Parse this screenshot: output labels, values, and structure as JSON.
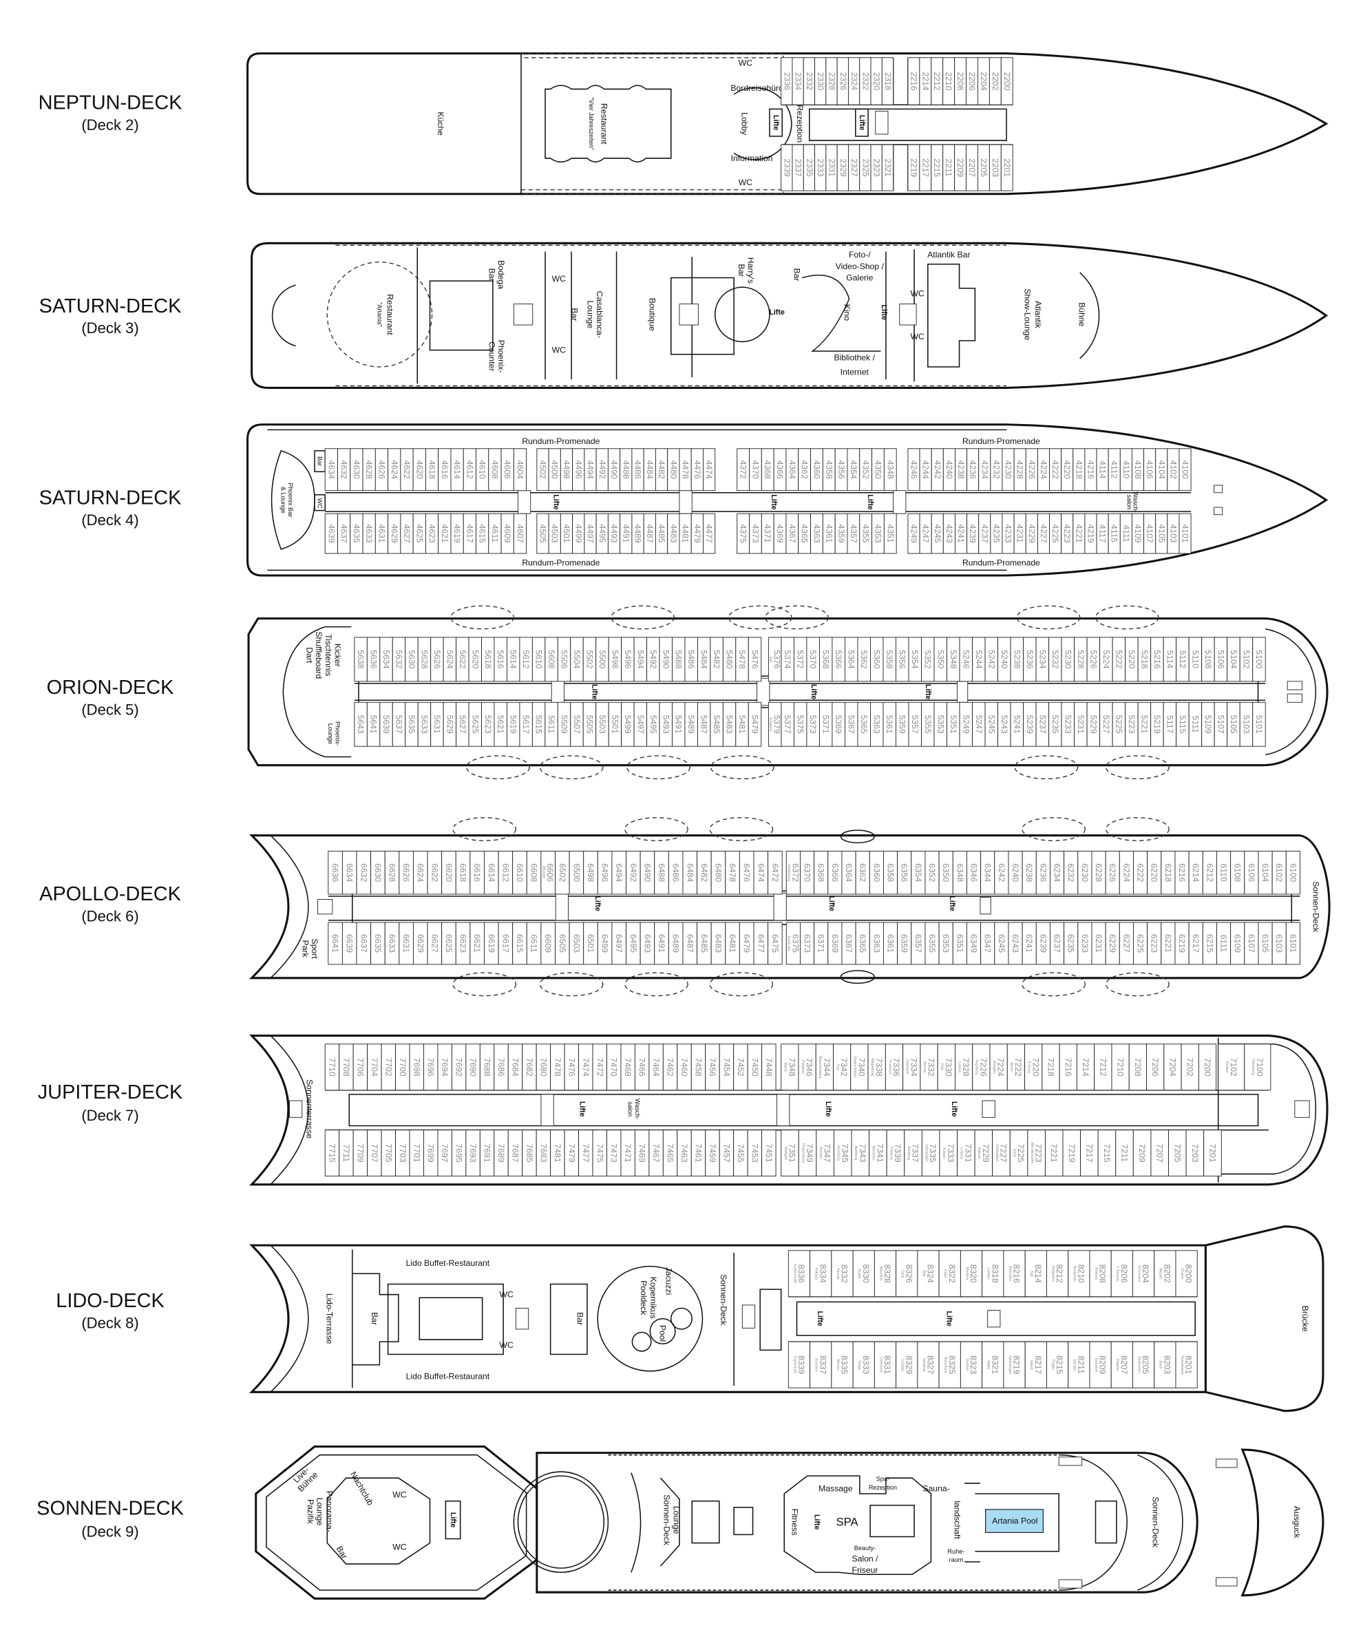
{
  "colors": {
    "line": "#111111",
    "cabin_number": "#8a8a8a",
    "pool": "#a8dcf5"
  },
  "decks": [
    {
      "name": "NEPTUN-DECK",
      "sub": "(Deck 2)",
      "labels": {
        "kueche": "Küche",
        "restaurant": "Restaurant",
        "restaurant_name": "\"Vier Jahreszeiten\"",
        "bordreise": "Bordreisebüro",
        "lobby": "Lobby",
        "information": "Information",
        "rezeption": "Rezeption",
        "wc": "WC",
        "lifte": "Lifte"
      },
      "cabins_top": [
        "2336",
        "2334",
        "2332",
        "2330",
        "2328",
        "2326",
        "2324",
        "2322",
        "2320",
        "2318",
        "2216",
        "2214",
        "2212",
        "2210",
        "2208",
        "2206",
        "2204",
        "2202",
        "2200"
      ],
      "cabins_bottom": [
        "2339",
        "2337",
        "2335",
        "2333",
        "2331",
        "2329",
        "2327",
        "2325",
        "2323",
        "2321",
        "2219",
        "2217",
        "2215",
        "2211",
        "2209",
        "2207",
        "2205",
        "2203",
        "2201"
      ]
    },
    {
      "name": "SATURN-DECK",
      "sub": "(Deck 3)",
      "labels": {
        "restaurant": "Restaurant",
        "restaurant_name": "\"Artania\"",
        "bodega_1": "Bodega",
        "bodega_2": "Bar",
        "phoenix_1": "Phoenix-",
        "phoenix_2": "Counter",
        "wc": "WC",
        "bar": "Bar",
        "casablanca_1": "Casablanca-",
        "casablanca_2": "Lounge",
        "boutique": "Boutique",
        "harrys_1": "Harry's",
        "harrys_2": "Bar",
        "lifte": "Lifte",
        "foto_1": "Foto-/",
        "foto_2": "Video-Shop /",
        "foto_3": "Galerie",
        "kino": "Kino",
        "bibliothek_1": "Bibliothek /",
        "bibliothek_2": "Internet",
        "atlantik_bar": "Atlantik Bar",
        "show_1": "Atlantik",
        "show_2": "Show-Lounge",
        "buehne": "Bühne"
      }
    },
    {
      "name": "SATURN-DECK",
      "sub": "(Deck 4)",
      "labels": {
        "promenade": "Rundum-Promenade",
        "bar": "Bar",
        "wc": "WC",
        "phoenix_1": "Phoenix Bar",
        "phoenix_2": "& Lounge",
        "lifte": "Lifte",
        "wasch_1": "Wasch-",
        "wasch_2": "salon"
      },
      "cabins_top": [
        "4634",
        "4632",
        "4630",
        "4628",
        "4626",
        "4624",
        "4622",
        "4620",
        "4618",
        "4616",
        "4614",
        "4612",
        "4610",
        "4608",
        "4606",
        "4604",
        "4502",
        "4500",
        "4498",
        "4496",
        "4494",
        "4492",
        "4490",
        "4488",
        "4486",
        "4484",
        "4482",
        "4480",
        "4478",
        "4476",
        "4474",
        "4372",
        "4370",
        "4368",
        "4366",
        "4364",
        "4362",
        "4360",
        "4358",
        "4356",
        "4354",
        "4352",
        "4350",
        "4348",
        "4246",
        "4244",
        "4242",
        "4240",
        "4238",
        "4236",
        "4234",
        "4232",
        "4230",
        "4228",
        "4226",
        "4224",
        "4222",
        "4220",
        "4218",
        "4216",
        "4114",
        "4112",
        "4110",
        "4108",
        "4106",
        "4104",
        "4102",
        "4100"
      ],
      "cabins_bottom": [
        "4639",
        "4637",
        "4635",
        "4633",
        "4631",
        "4629",
        "4627",
        "4625",
        "4623",
        "4621",
        "4619",
        "4617",
        "4615",
        "4611",
        "4609",
        "4607",
        "4505",
        "4503",
        "4501",
        "4499",
        "4497",
        "4495",
        "4493",
        "4491",
        "4489",
        "4487",
        "4485",
        "4483",
        "4481",
        "4479",
        "4477",
        "4375",
        "4373",
        "4371",
        "4369",
        "4367",
        "4365",
        "4363",
        "4361",
        "4359",
        "4357",
        "4355",
        "4353",
        "4351",
        "4249",
        "4247",
        "4245",
        "4243",
        "4241",
        "4239",
        "4237",
        "4235",
        "4233",
        "4231",
        "4229",
        "4227",
        "4225",
        "4223",
        "4221",
        "4219",
        "4117",
        "4115",
        "4111",
        "4109",
        "4107",
        "4105",
        "4103",
        "4101"
      ]
    },
    {
      "name": "ORION-DECK",
      "sub": "(Deck 5)",
      "labels": {
        "kicker": "Kicker",
        "tischtennis": "Tischtennis",
        "shuffleboard": "Shuffleboard",
        "dart": "Dart",
        "phoenix_1": "Phoenix-",
        "phoenix_2": "Lounge",
        "lifte": "Lifte"
      },
      "cabins_top": [
        "5638",
        "5636",
        "5634",
        "5632",
        "5630",
        "5628",
        "5626",
        "5624",
        "5622",
        "5620",
        "5618",
        "5616",
        "5614",
        "5612",
        "5610",
        "5608",
        "5506",
        "5504",
        "5502",
        "5500",
        "5498",
        "5496",
        "5494",
        "5492",
        "5490",
        "5488",
        "5486",
        "5484",
        "5482",
        "5480",
        "5478",
        "5476",
        {
          "no": "5376",
          "name": "Kiel"
        },
        "5374",
        "5372",
        "5370",
        "5368",
        "5366",
        "5364",
        "5362",
        "5360",
        "5358",
        "5356",
        "5354",
        "5352",
        "5350",
        "5348",
        "5246",
        "5244",
        "5242",
        "5240",
        "5238",
        "5236",
        "5234",
        "5232",
        "5230",
        "5228",
        "5226",
        "5224",
        "5222",
        "5220",
        "5218",
        "5216",
        "5114",
        "5112",
        "5110",
        "5108",
        "5106",
        "5104",
        "5102",
        "5100"
      ],
      "cabins_bottom": [
        "5643",
        "5641",
        "5639",
        "5637",
        "5635",
        "5633",
        "5631",
        "5629",
        "5627",
        "5625",
        "5623",
        "5621",
        "5619",
        "5617",
        "5615",
        "5611",
        "5509",
        "5507",
        "5505",
        "5503",
        "5501",
        "5499",
        "5497",
        "5495",
        "5493",
        "5491",
        "5489",
        "5487",
        "5485",
        "5483",
        "5481",
        "5479",
        {
          "no": "5379",
          "name": "Schwerin"
        },
        "5377",
        "5375",
        "5373",
        "5371",
        "5369",
        "5367",
        "5365",
        "5363",
        "5361",
        "5359",
        "5357",
        "5355",
        "5353",
        "5351",
        "5249",
        "5247",
        "5245",
        "5243",
        "5241",
        "5239",
        "5237",
        "5235",
        "5233",
        "5231",
        "5229",
        "5227",
        "5225",
        "5223",
        "5221",
        "5219",
        "5117",
        "5115",
        "5111",
        "5109",
        "5107",
        "5105",
        "5103",
        "5101"
      ]
    },
    {
      "name": "APOLLO-DECK",
      "sub": "(Deck 6)",
      "labels": {
        "sport_1": "Sport",
        "sport_2": "Park",
        "sonnen": "Sonnen-Deck",
        "lifte": "Lifte"
      },
      "cabins_top": [
        "6636",
        "6634",
        "6632",
        "6630",
        "6628",
        "6626",
        "6624",
        "6622",
        "6620",
        "6618",
        "6616",
        "6614",
        "6612",
        "6610",
        "6608",
        {
          "no": "6606",
          "name": "Münster"
        },
        "6502",
        "6500",
        "6498",
        "6496",
        "6494",
        "6492",
        "6490",
        "6488",
        "6486",
        "6484",
        "6482",
        "6480",
        "6478",
        "6476",
        "6474",
        "6472",
        {
          "no": "6372",
          "name": "Heidelberg"
        },
        "6370",
        "6368",
        "6366",
        "6364",
        "6362",
        "6360",
        "6358",
        "6356",
        "6354",
        "6352",
        "6350",
        "6348",
        "6346",
        "6344",
        "6242",
        "6240",
        "6238",
        "6236",
        "6234",
        "6232",
        "6230",
        "6228",
        "6226",
        "6224",
        "6222",
        "6220",
        "6218",
        "6216",
        "6214",
        "6212",
        "6110",
        "6108",
        "6106",
        "6104",
        "6102",
        "6100"
      ],
      "cabins_bottom": [
        "6641",
        "6639",
        "6637",
        "6635",
        "6633",
        "6631",
        "6629",
        "6627",
        "6625",
        "6623",
        "6621",
        "6619",
        "6617",
        "6615",
        "6611",
        "6609",
        "6505",
        "6503",
        "6501",
        "6499",
        "6497",
        "6495",
        "6493",
        "6491",
        "6489",
        "6487",
        "6485",
        "6483",
        "6481",
        "6479",
        "6477",
        "6475",
        {
          "no": "6375",
          "name": "Karlsruhe"
        },
        "6373",
        "6371",
        "6369",
        "6367",
        "6365",
        "6363",
        "6361",
        "6359",
        "6357",
        "6355",
        "6353",
        "6351",
        "6349",
        "6347",
        "6245",
        "6243",
        "6241",
        "6239",
        "6237",
        "6235",
        "6233",
        "6231",
        "6229",
        "6227",
        "6225",
        "6223",
        "6221",
        "6219",
        "6217",
        "6215",
        "6111",
        "6109",
        "6107",
        "6105",
        "6103",
        "6101"
      ]
    },
    {
      "name": "JUPITER-DECK",
      "sub": "(Deck 7)",
      "labels": {
        "sonnenterrasse": "Sonnenterrasse",
        "wasch_1": "Wasch-",
        "wasch_2": "salon",
        "lifte": "Lifte"
      },
      "cabins_top": [
        "7710",
        "7708",
        "7706",
        "7704",
        "7702",
        "7700",
        "7698",
        "7696",
        "7694",
        "7692",
        "7690",
        "7688",
        "7686",
        "7684",
        "7682",
        "7680",
        "7478",
        "7476",
        "7474",
        "7472",
        "7470",
        "7468",
        "7466",
        "7464",
        "7462",
        "7460",
        "7458",
        "7456",
        "7454",
        "7452",
        "7450",
        "7448",
        {
          "no": "7348",
          "name": "Mainz"
        },
        {
          "no": "7346",
          "name": "Potsdam"
        },
        {
          "no": "7344",
          "name": "Braunschweig"
        },
        {
          "no": "7342",
          "name": "Trier"
        },
        {
          "no": "7340",
          "name": "Baden Baden"
        },
        {
          "no": "7338",
          "name": "Magdeburg"
        },
        {
          "no": "7336",
          "name": "Frankfurt"
        },
        {
          "no": "7334",
          "name": "Hannover"
        },
        {
          "no": "7332",
          "name": "Weimar"
        },
        {
          "no": "7330",
          "name": "Köln"
        },
        {
          "no": "7328",
          "name": "Lübeck"
        },
        {
          "no": "7226",
          "name": "Augsburg"
        },
        {
          "no": "7224",
          "name": "Dresden"
        },
        {
          "no": "7222",
          "name": "Berlin"
        },
        {
          "no": "7220",
          "name": "E.Grieg"
        },
        "7218",
        "7216",
        "7214",
        "7212",
        "7210",
        "7208",
        "7206",
        "7204",
        "7202",
        "7200",
        {
          "no": "7102",
          "name": "Emden"
        },
        {
          "no": "7100",
          "name": "Flensburg"
        }
      ],
      "cabins_bottom": [
        "7715",
        "7711",
        "7709",
        "7707",
        "7705",
        "7703",
        "7701",
        "7699",
        "7697",
        "7695",
        "7693",
        "7691",
        "7689",
        "7687",
        "7685",
        "7683",
        "7481",
        "7479",
        "7477",
        "7475",
        "7473",
        "7471",
        "7469",
        "7467",
        "7465",
        "7463",
        "7461",
        "7459",
        "7457",
        "7455",
        "7453",
        "7451",
        {
          "no": "7351",
          "name": "Stuttgart"
        },
        {
          "no": "7349",
          "name": "Regensburg"
        },
        {
          "no": "7347",
          "name": "Bremen"
        },
        {
          "no": "7345",
          "name": "Würzburg"
        },
        {
          "no": "7343",
          "name": "Bamberg"
        },
        {
          "no": "7341",
          "name": "München"
        },
        {
          "no": "7339",
          "name": "Freiburg"
        },
        {
          "no": "7337",
          "name": "Hamburg"
        },
        {
          "no": "7335",
          "name": "Wiesbaden"
        },
        {
          "no": "7333",
          "name": "Kassel"
        },
        {
          "no": "7331",
          "name": "Leipzig"
        },
        {
          "no": "7229",
          "name": "Aachen"
        },
        {
          "no": "7227",
          "name": "Düsseldorf"
        },
        {
          "no": "7225",
          "name": "Bonn"
        },
        {
          "no": "7223",
          "name": "Mendelssohn"
        },
        "7221",
        "7219",
        "7217",
        "7215",
        "7211",
        "7209",
        "7207",
        "7205",
        "7203",
        "7201"
      ]
    },
    {
      "name": "LIDO-DECK",
      "sub": "(Deck 8)",
      "labels": {
        "terrasse": "Lido-Terrasse",
        "buffet": "Lido Buffet-Restaurant",
        "bar": "Bar",
        "wc": "WC",
        "jacuzzi": "Jacuzzi",
        "kopernikus_1": "Kopernikus",
        "kopernikus_2": "Pooldeck",
        "pool": "Pool",
        "sonnen": "Sonnen-Deck",
        "lifte": "Lifte",
        "bruecke": "Brücke"
      },
      "cabins_top": [
        {
          "no": "8336",
          "name": "Kaiservsuite"
        },
        {
          "no": "8334",
          "name": "Antigua"
        },
        {
          "no": "8332",
          "name": "Samoa"
        },
        {
          "no": "8330",
          "name": "Aruba"
        },
        {
          "no": "8328",
          "name": "Mauritius"
        },
        {
          "no": "8326",
          "name": "Tahiti"
        },
        {
          "no": "8324",
          "name": "Bali"
        },
        {
          "no": "8322",
          "name": "Capri"
        },
        {
          "no": "8320",
          "name": "Madeira"
        },
        {
          "no": "8318",
          "name": "Lofoten"
        },
        {
          "no": "8216",
          "name": "Bornholm"
        },
        {
          "no": "8214",
          "name": "Sylt"
        },
        {
          "no": "8212",
          "name": "Helgoland"
        },
        {
          "no": "8210",
          "name": "Hindemith"
        },
        {
          "no": "8208",
          "name": "Brahms"
        },
        {
          "no": "8206",
          "name": "J. Strauss"
        },
        {
          "no": "8204",
          "name": "Schumann"
        },
        {
          "no": "8202",
          "name": "Mozart"
        },
        {
          "no": "8200",
          "name": "Chopin"
        }
      ],
      "cabins_bottom": [
        {
          "no": "8339",
          "name": "Eignersuite"
        },
        {
          "no": "8337",
          "name": "Sumatra"
        },
        {
          "no": "8335",
          "name": "Borneo"
        },
        {
          "no": "8333",
          "name": "Tonga"
        },
        {
          "no": "8331",
          "name": "Dominica"
        },
        {
          "no": "8329",
          "name": "Trinidad"
        },
        {
          "no": "8327",
          "name": "Sansibar"
        },
        {
          "no": "8325",
          "name": "Bora Bora"
        },
        {
          "no": "8323",
          "name": "Santorin"
        },
        {
          "no": "8321",
          "name": "Malta"
        },
        {
          "no": "8219",
          "name": "Spitzbergen"
        },
        {
          "no": "8217",
          "name": "Island"
        },
        {
          "no": "8215",
          "name": "Rügen"
        },
        {
          "no": "8211",
          "name": "Händel"
        },
        {
          "no": "8209",
          "name": "Schubert"
        },
        {
          "no": "8207",
          "name": "Wagner"
        },
        {
          "no": "8205",
          "name": "Beethoven"
        },
        {
          "no": "8203",
          "name": "Bach"
        },
        {
          "no": "8201",
          "name": "Tschaikowsk"
        }
      ]
    },
    {
      "name": "SONNEN-DECK",
      "sub": "(Deck 9)",
      "labels": {
        "live_1": "Live-",
        "live_2": "Bühne",
        "nachtclub": "Nachtclub",
        "panorama_1": "Panorama-",
        "panorama_2": "Lounge",
        "panorama_3": "Pazifik",
        "bar": "Bar",
        "wc": "WC",
        "lifte": "Lifte",
        "lounge_1": "Lounge",
        "lounge_2": "Sonnen-Deck",
        "fitness": "Fitness",
        "massage": "Massage",
        "spa_rez_1": "Spa-",
        "spa_rez_2": "Rezeption",
        "sauna_1": "Sauna-",
        "sauna_2": "landschaft",
        "spa": "SPA",
        "beauty_1": "Beauty-",
        "beauty_2": "Salon /",
        "beauty_3": "Friseur",
        "ruhe_1": "Ruhe-",
        "ruhe_2": "raum",
        "pool": "Artania Pool",
        "sonnen": "Sonnen-Deck",
        "ausguck": "Ausguck"
      }
    }
  ]
}
